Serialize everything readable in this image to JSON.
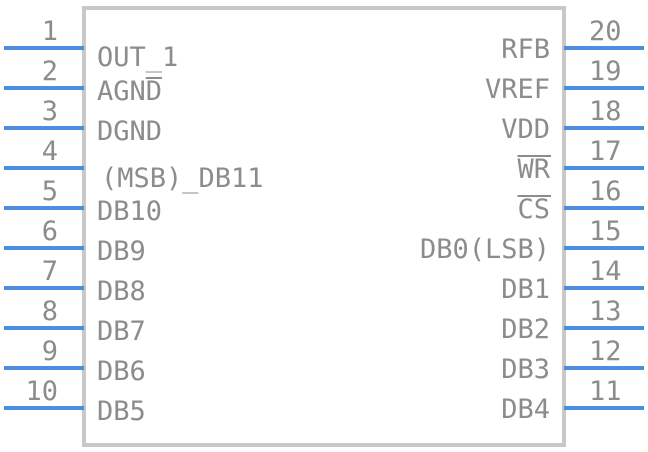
{
  "colors": {
    "pin": "#4a90e2",
    "body": "#c8c8c8",
    "text": "#8c8c8c"
  },
  "left_pins": [
    {
      "number": "1",
      "label": "OUT_1",
      "overbar": ""
    },
    {
      "number": "2",
      "label": "AGN",
      "overbar": "D"
    },
    {
      "number": "3",
      "label": "DGND",
      "overbar": ""
    },
    {
      "number": "4",
      "label": "(MSB)_DB11",
      "overbar": ""
    },
    {
      "number": "5",
      "label": "DB10",
      "overbar": ""
    },
    {
      "number": "6",
      "label": "DB9",
      "overbar": ""
    },
    {
      "number": "7",
      "label": "DB8",
      "overbar": ""
    },
    {
      "number": "8",
      "label": "DB7",
      "overbar": ""
    },
    {
      "number": "9",
      "label": "DB6",
      "overbar": ""
    },
    {
      "number": "10",
      "label": "DB5",
      "overbar": ""
    }
  ],
  "right_pins": [
    {
      "number": "20",
      "label": "RFB",
      "overbar": false
    },
    {
      "number": "19",
      "label": "VREF",
      "overbar": false
    },
    {
      "number": "18",
      "label": "VDD",
      "overbar": false
    },
    {
      "number": "17",
      "label": "WR",
      "overbar": true
    },
    {
      "number": "16",
      "label": "CS",
      "overbar": true
    },
    {
      "number": "15",
      "label": "DB0(LSB)",
      "overbar": false
    },
    {
      "number": "14",
      "label": "DB1",
      "overbar": false
    },
    {
      "number": "13",
      "label": "DB2",
      "overbar": false
    },
    {
      "number": "12",
      "label": "DB3",
      "overbar": false
    },
    {
      "number": "11",
      "label": "DB4",
      "overbar": false
    }
  ]
}
